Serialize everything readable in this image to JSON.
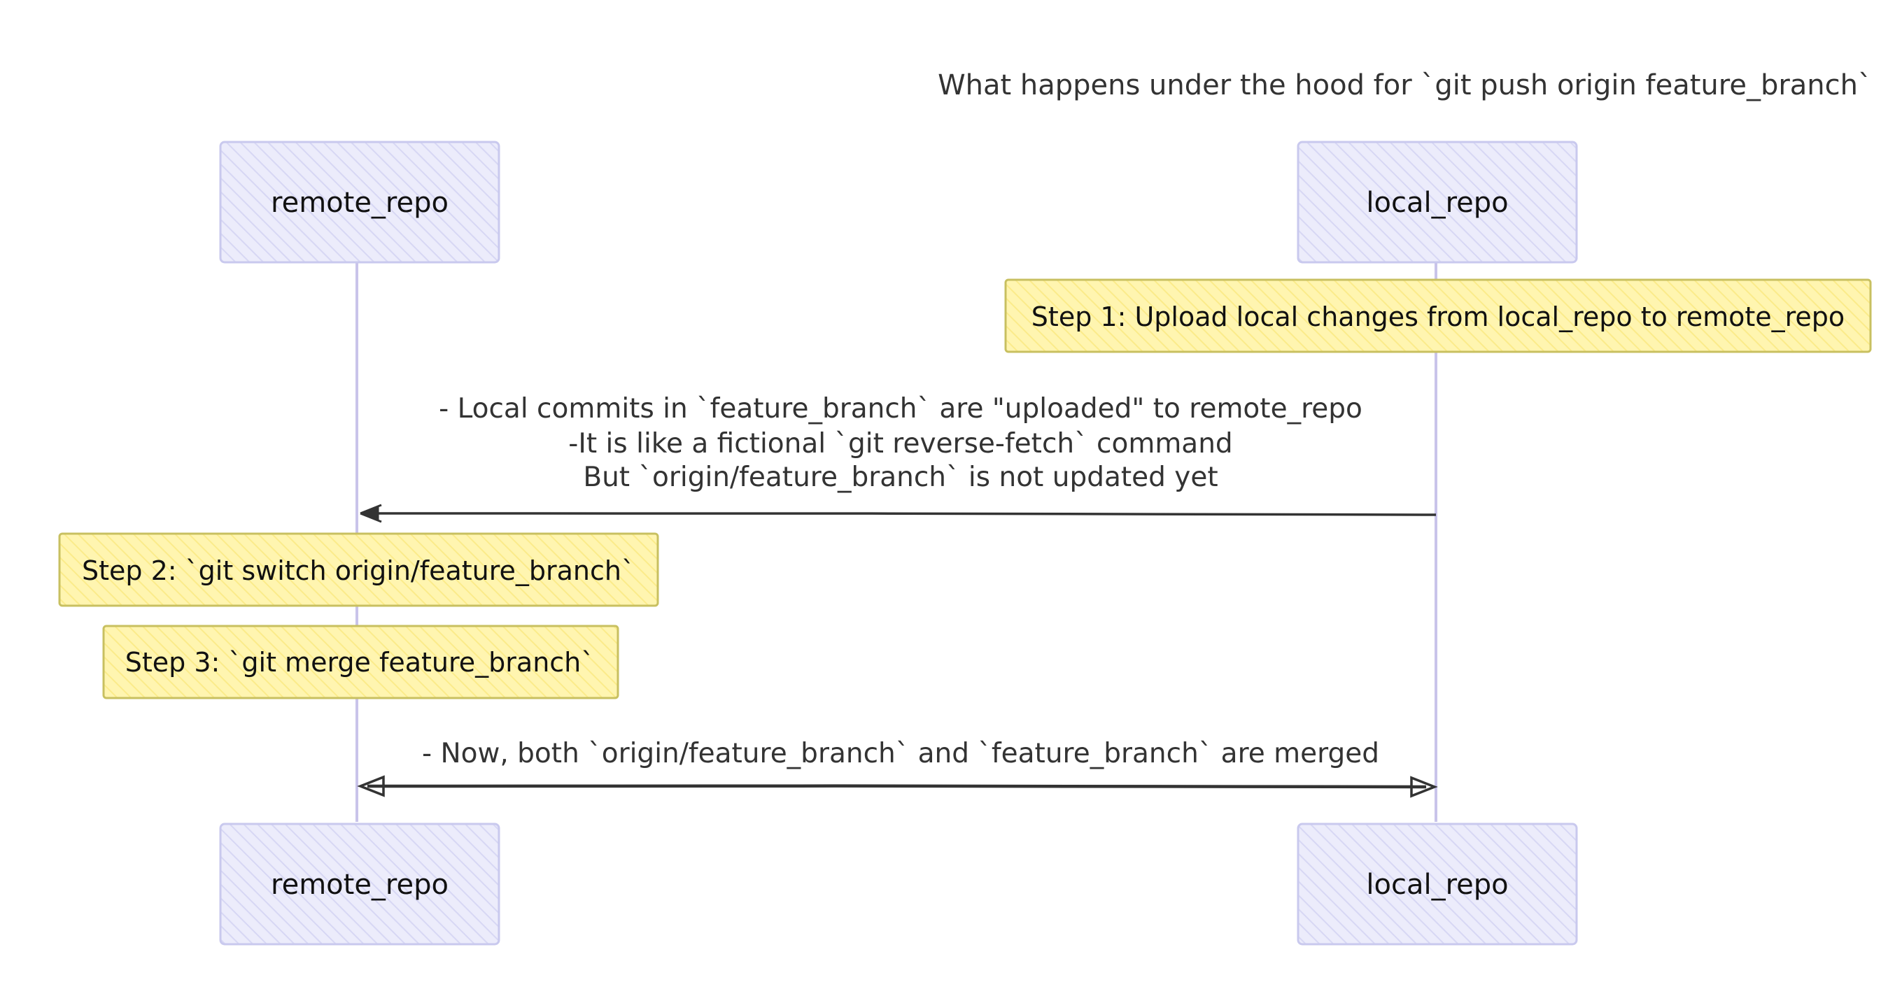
{
  "title": "What happens under the hood for `git push origin feature_branch`",
  "actors": {
    "remote_top": "remote_repo",
    "local_top": "local_repo",
    "remote_bottom": "remote_repo",
    "local_bottom": "local_repo"
  },
  "notes": {
    "step1": "Step 1: Upload local changes from local_repo to remote_repo",
    "step2": "Step 2: `git switch origin/feature_branch`",
    "step3": "Step 3: `git merge feature_branch`"
  },
  "messages": {
    "upload": {
      "line1": "- Local commits in `feature_branch` are \"uploaded\" to remote_repo",
      "line2": "-It is like a fictional `git reverse-fetch` command",
      "line3": "But `origin/feature_branch` is not updated yet"
    },
    "merged": {
      "line1": "- Now, both `origin/feature_branch` and `feature_branch` are merged"
    }
  },
  "colors": {
    "actor_fill": "#e9e9fb",
    "actor_stroke": "#c9c9ee",
    "lifeline": "#c9c4ea",
    "note_fill": "#fff4a8",
    "note_stroke": "#c8c060",
    "arrow": "#333333"
  }
}
